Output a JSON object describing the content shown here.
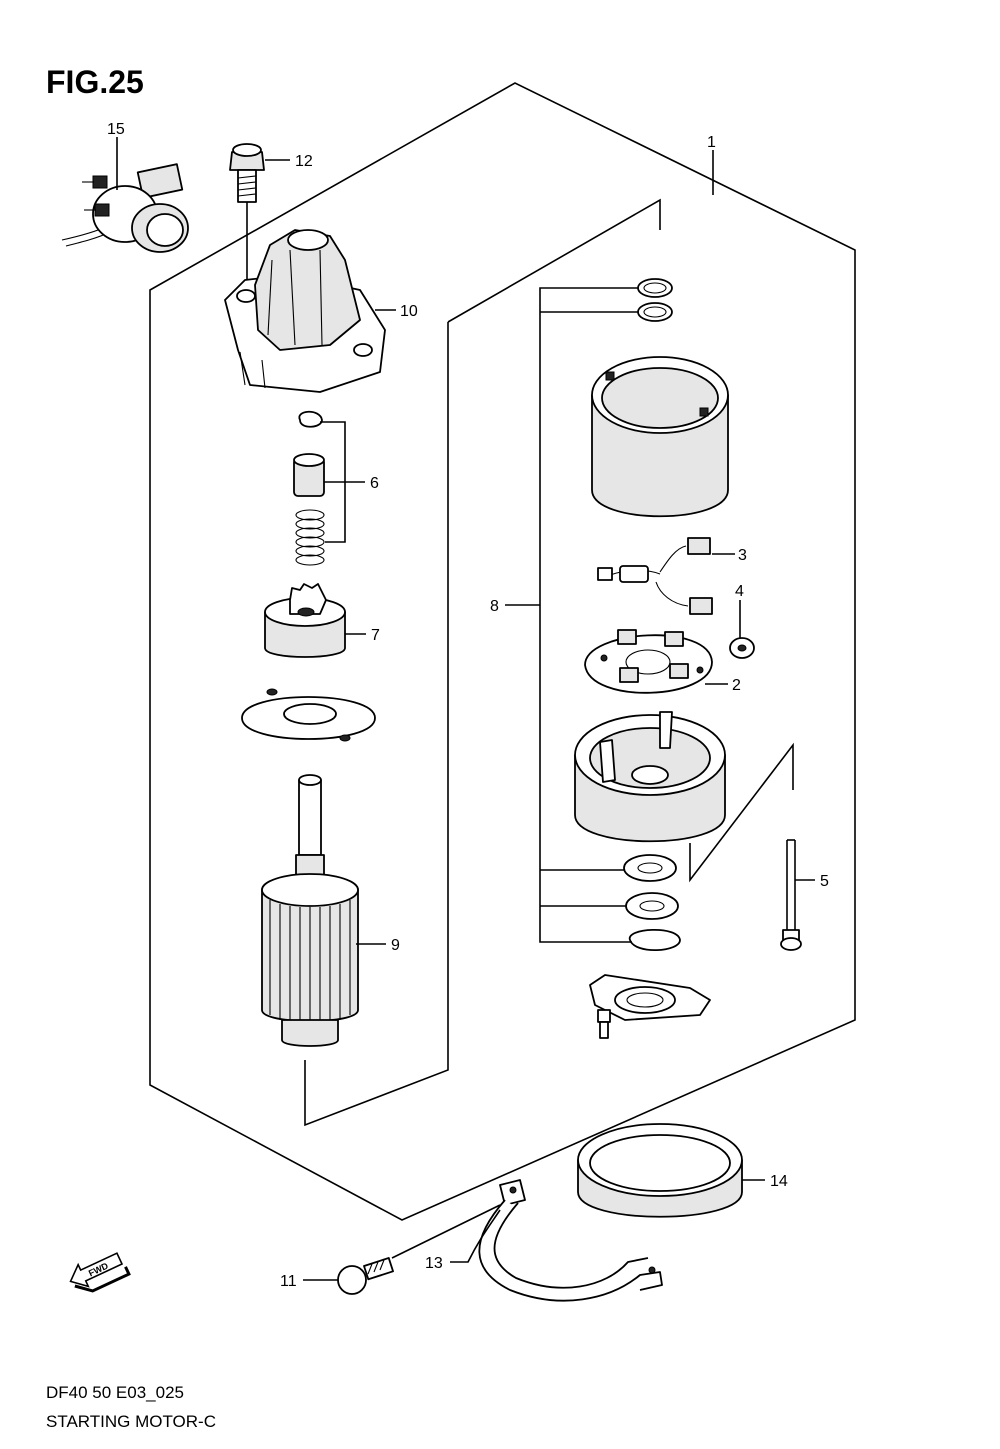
{
  "figure": {
    "title": "FIG.25"
  },
  "callouts": [
    {
      "id": "1",
      "label": "1"
    },
    {
      "id": "2",
      "label": "2"
    },
    {
      "id": "3",
      "label": "3"
    },
    {
      "id": "4",
      "label": "4"
    },
    {
      "id": "5",
      "label": "5"
    },
    {
      "id": "6",
      "label": "6"
    },
    {
      "id": "7",
      "label": "7"
    },
    {
      "id": "8",
      "label": "8"
    },
    {
      "id": "9",
      "label": "9"
    },
    {
      "id": "10",
      "label": "10"
    },
    {
      "id": "11",
      "label": "11"
    },
    {
      "id": "12",
      "label": "12"
    },
    {
      "id": "13",
      "label": "13"
    },
    {
      "id": "14",
      "label": "14"
    },
    {
      "id": "15",
      "label": "15"
    }
  ],
  "direction_badge": {
    "label": "FWD"
  },
  "footer": {
    "drawing_code": "DF40 50 E03_025",
    "caption": "STARTING MOTOR-C"
  }
}
